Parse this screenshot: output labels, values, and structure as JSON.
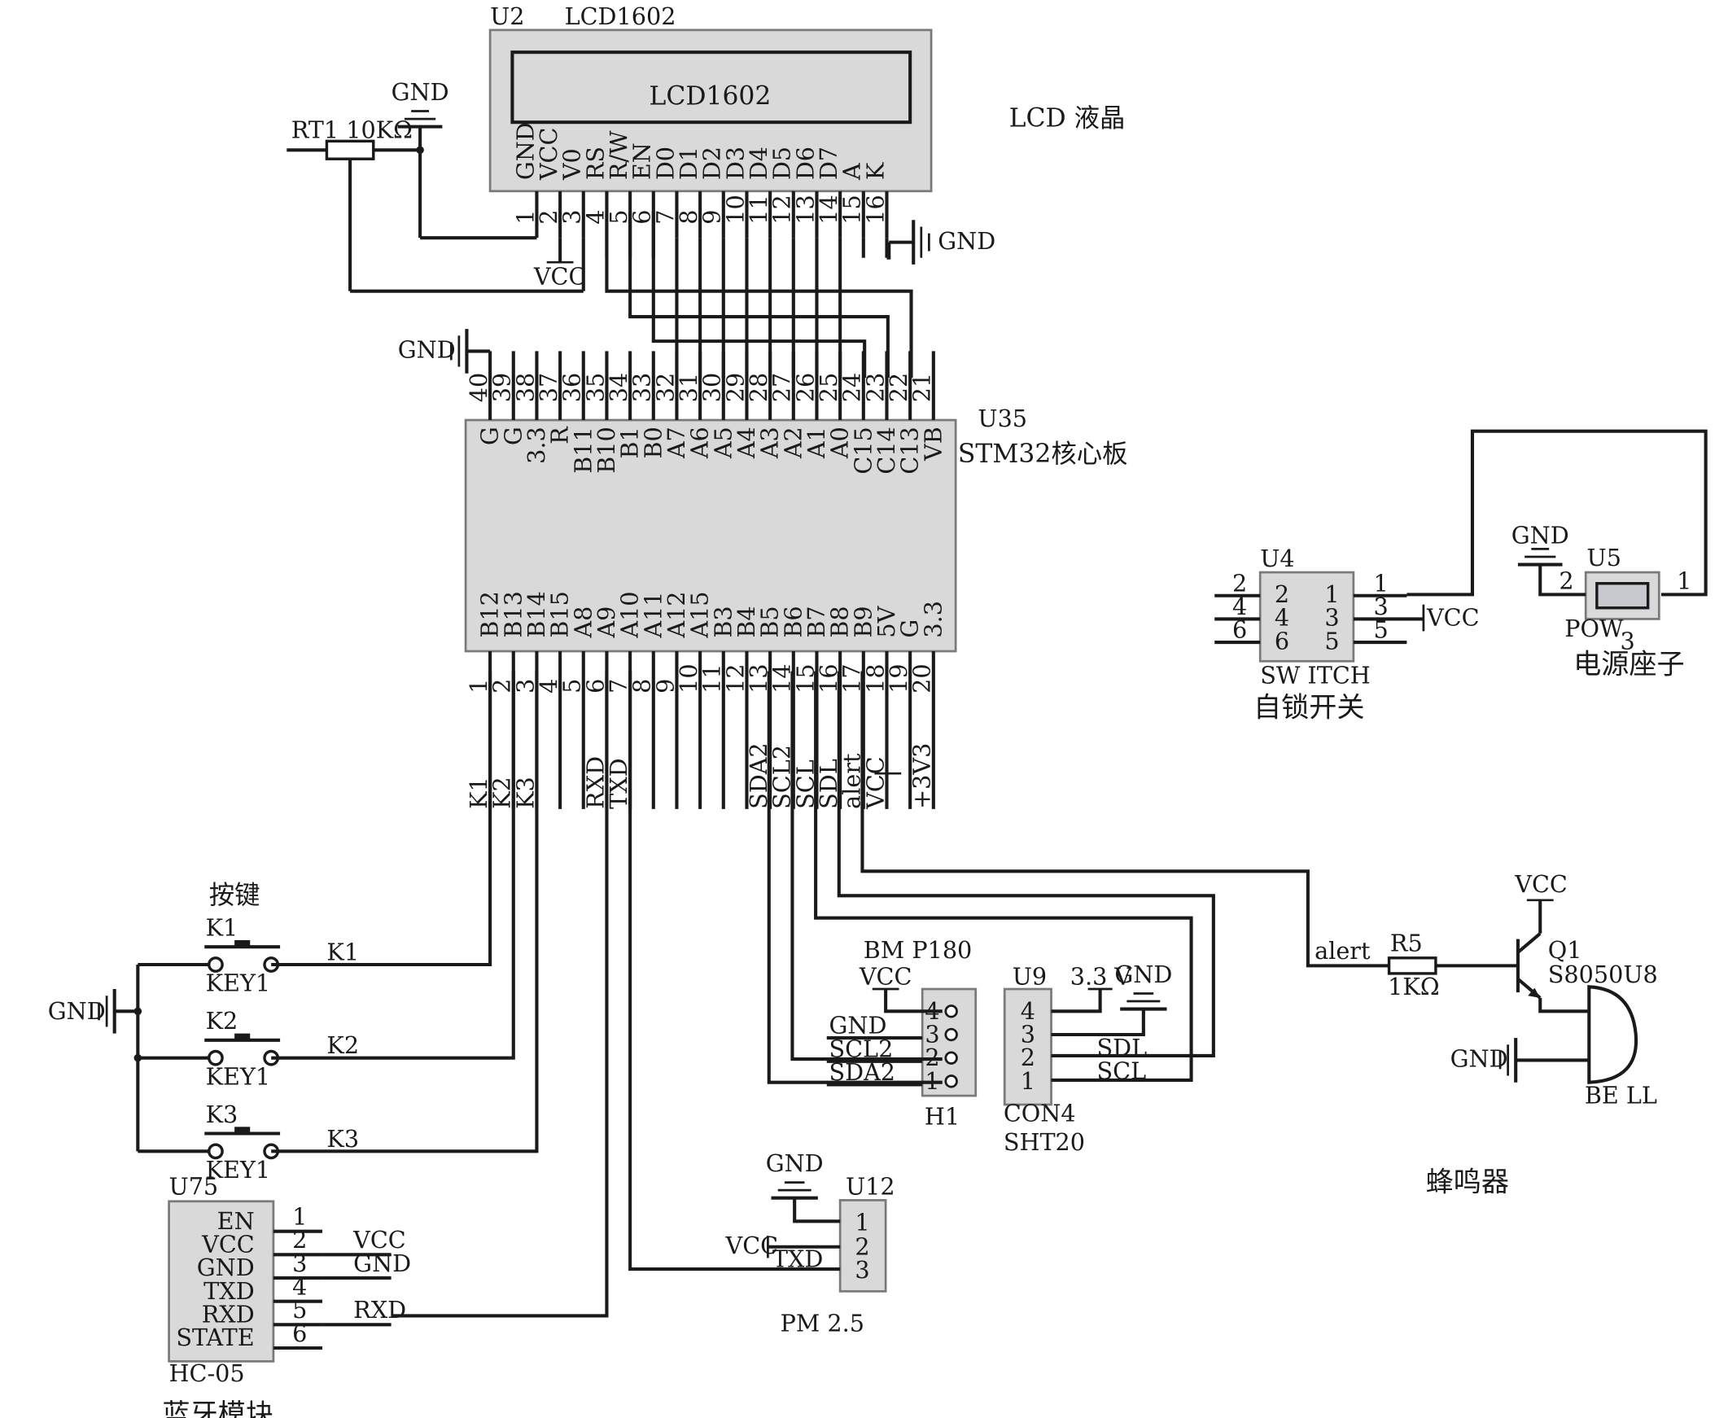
{
  "lcd": {
    "ref": "U2",
    "part": "LCD1602",
    "screen_text": "LCD1602",
    "caption": "LCD 液晶",
    "pins": [
      {
        "n": "1",
        "name": "GND"
      },
      {
        "n": "2",
        "name": "VCC"
      },
      {
        "n": "3",
        "name": "V0"
      },
      {
        "n": "4",
        "name": "RS"
      },
      {
        "n": "5",
        "name": "R/W"
      },
      {
        "n": "6",
        "name": "EN"
      },
      {
        "n": "7",
        "name": "D0"
      },
      {
        "n": "8",
        "name": "D1"
      },
      {
        "n": "9",
        "name": "D2"
      },
      {
        "n": "10",
        "name": "D3"
      },
      {
        "n": "11",
        "name": "D4"
      },
      {
        "n": "12",
        "name": "D5"
      },
      {
        "n": "13",
        "name": "D6"
      },
      {
        "n": "14",
        "name": "D7"
      },
      {
        "n": "15",
        "name": "A"
      },
      {
        "n": "16",
        "name": "K"
      }
    ],
    "gnd_label": "GND",
    "vcc_label": "VCC"
  },
  "rt1": {
    "label": "RT1 10KΩ",
    "gnd_label": "GND"
  },
  "stm32": {
    "ref": "U35",
    "caption": "STM32核心板",
    "gnd_label": "GND",
    "top_pins": [
      {
        "n": "40",
        "name": "G"
      },
      {
        "n": "39",
        "name": "G"
      },
      {
        "n": "38",
        "name": "3.3"
      },
      {
        "n": "37",
        "name": "R"
      },
      {
        "n": "36",
        "name": "B11"
      },
      {
        "n": "35",
        "name": "B10"
      },
      {
        "n": "34",
        "name": "B1"
      },
      {
        "n": "33",
        "name": "B0"
      },
      {
        "n": "32",
        "name": "A7"
      },
      {
        "n": "31",
        "name": "A6"
      },
      {
        "n": "30",
        "name": "A5"
      },
      {
        "n": "29",
        "name": "A4"
      },
      {
        "n": "28",
        "name": "A3"
      },
      {
        "n": "27",
        "name": "A2"
      },
      {
        "n": "26",
        "name": "A1"
      },
      {
        "n": "25",
        "name": "A0"
      },
      {
        "n": "24",
        "name": "C15"
      },
      {
        "n": "23",
        "name": "C14"
      },
      {
        "n": "22",
        "name": "C13"
      },
      {
        "n": "21",
        "name": "VB"
      }
    ],
    "bottom_pins": [
      {
        "n": "1",
        "name": "B12",
        "net": "K1"
      },
      {
        "n": "2",
        "name": "B13",
        "net": "K2"
      },
      {
        "n": "3",
        "name": "B14",
        "net": "K3"
      },
      {
        "n": "4",
        "name": "B15",
        "net": ""
      },
      {
        "n": "5",
        "name": "A8",
        "net": ""
      },
      {
        "n": "6",
        "name": "A9",
        "net": "RXD"
      },
      {
        "n": "7",
        "name": "A10",
        "net": "TXD"
      },
      {
        "n": "8",
        "name": "A11",
        "net": ""
      },
      {
        "n": "9",
        "name": "A12",
        "net": ""
      },
      {
        "n": "10",
        "name": "A15",
        "net": ""
      },
      {
        "n": "11",
        "name": "B3",
        "net": ""
      },
      {
        "n": "12",
        "name": "B4",
        "net": ""
      },
      {
        "n": "13",
        "name": "B5",
        "net": "SDA2"
      },
      {
        "n": "14",
        "name": "B6",
        "net": "SCL2"
      },
      {
        "n": "15",
        "name": "B7",
        "net": "SCL"
      },
      {
        "n": "16",
        "name": "B8",
        "net": "SDL"
      },
      {
        "n": "17",
        "name": "B9",
        "net": "alert"
      },
      {
        "n": "18",
        "name": "5V",
        "net": "VCC"
      },
      {
        "n": "19",
        "name": "G",
        "net": ""
      },
      {
        "n": "20",
        "name": "3.3",
        "net": "+3V3"
      }
    ]
  },
  "keys": {
    "title": "按键",
    "gnd_label": "GND",
    "items": [
      {
        "ref": "K1",
        "part": "KEY1",
        "net": "K1"
      },
      {
        "ref": "K2",
        "part": "KEY1",
        "net": "K2"
      },
      {
        "ref": "K3",
        "part": "KEY1",
        "net": "K3"
      }
    ]
  },
  "hc05": {
    "ref": "U75",
    "part": "HC-05",
    "caption": "蓝牙模块",
    "pins": [
      {
        "name": "EN",
        "n": "1",
        "net": ""
      },
      {
        "name": "VCC",
        "n": "2",
        "net": "VCC"
      },
      {
        "name": "GND",
        "n": "3",
        "net": "GND"
      },
      {
        "name": "TXD",
        "n": "4",
        "net": ""
      },
      {
        "name": "RXD",
        "n": "5",
        "net": "RXD"
      },
      {
        "name": "STATE",
        "n": "6",
        "net": ""
      }
    ]
  },
  "pm25": {
    "ref": "U12",
    "caption": "PM 2.5",
    "gnd_label": "GND",
    "vcc_label": "VCC",
    "txd_label": "TXD",
    "pins": [
      "1",
      "2",
      "3"
    ]
  },
  "bmp180": {
    "title": "BM P180",
    "ref": "H1",
    "vcc_label": "VCC",
    "pins": [
      {
        "n": "4",
        "net": ""
      },
      {
        "n": "3",
        "net": "GND"
      },
      {
        "n": "2",
        "net": "SCL2"
      },
      {
        "n": "1",
        "net": "SDA2"
      }
    ]
  },
  "sht20": {
    "ref": "U9",
    "part": "CON4",
    "caption": "SHT20",
    "v33_label": "3.3 V",
    "gnd_label": "GND",
    "pins": [
      {
        "n": "4",
        "net": ""
      },
      {
        "n": "3",
        "net": ""
      },
      {
        "n": "2",
        "net": "SDL"
      },
      {
        "n": "1",
        "net": "SCL"
      }
    ]
  },
  "switch": {
    "ref": "U4",
    "part": "SW ITCH",
    "caption": "自锁开关",
    "vcc_label": "VCC",
    "left": [
      {
        "outer": "2",
        "inner": "2"
      },
      {
        "outer": "4",
        "inner": "4"
      },
      {
        "outer": "6",
        "inner": "6"
      }
    ],
    "right": [
      {
        "inner": "1",
        "outer": "1"
      },
      {
        "inner": "3",
        "outer": "3"
      },
      {
        "inner": "5",
        "outer": "5"
      }
    ]
  },
  "power": {
    "ref": "U5",
    "part": "POW",
    "caption": "电源座子",
    "gnd_label": "GND",
    "pin1": "1",
    "pin2": "2",
    "pin3": "3"
  },
  "buzzer": {
    "caption": "蜂鸣器",
    "net": "alert",
    "r_ref": "R5",
    "r_val": "1KΩ",
    "q_ref": "Q1",
    "q_part": "S8050U8",
    "vcc_label": "VCC",
    "gnd_label": "GND",
    "bell_label": "BE LL"
  }
}
